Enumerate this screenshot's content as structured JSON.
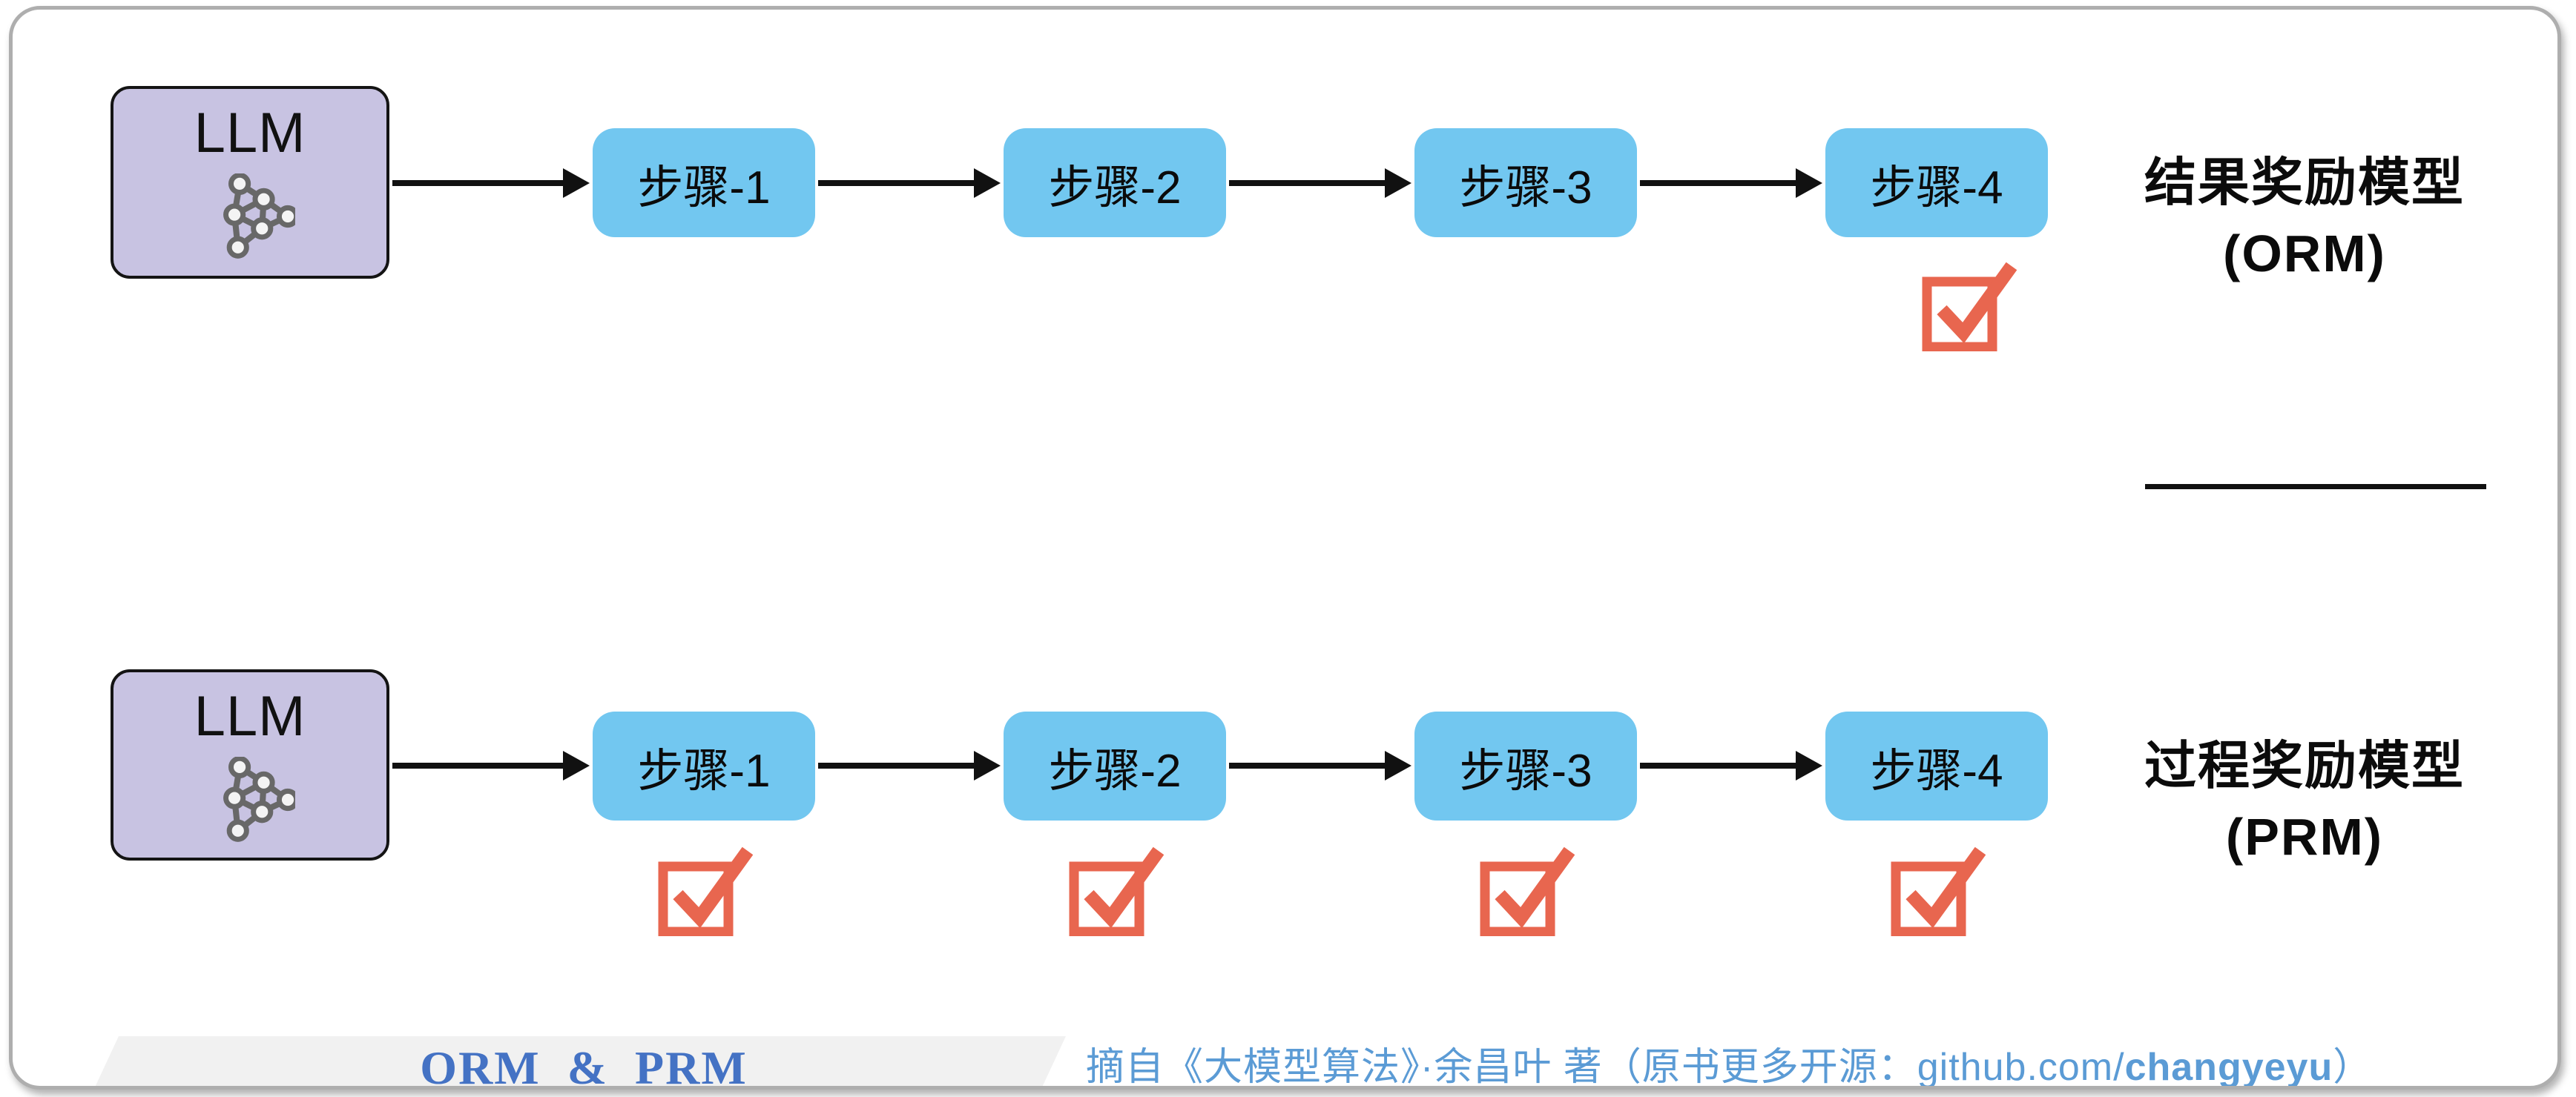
{
  "rows": [
    {
      "llm_label": "LLM",
      "steps": [
        "步骤-1",
        "步骤-2",
        "步骤-3",
        "步骤-4"
      ],
      "label_line1": "结果奖励模型",
      "label_line2": "(ORM)",
      "checked_steps": [
        "步骤-4"
      ]
    },
    {
      "llm_label": "LLM",
      "steps": [
        "步骤-1",
        "步骤-2",
        "步骤-3",
        "步骤-4"
      ],
      "label_line1": "过程奖励模型",
      "label_line2": "(PRM)",
      "checked_steps": [
        "步骤-1",
        "步骤-2",
        "步骤-3",
        "步骤-4"
      ]
    }
  ],
  "footer": {
    "title": "ORM  &  PRM",
    "citation_prefix": "摘自《大模型算法》·余昌叶 著（原书更多开源：github.com/",
    "citation_bold": "changyeyu",
    "citation_suffix": "）"
  },
  "colors": {
    "llm_box_fill": "#c8c3e2",
    "step_box_fill": "#72c7f0",
    "check_red": "#e8664f",
    "title_blue": "#4472c4",
    "citation_blue": "#5b9bd5",
    "band_gray": "#f1f1f1",
    "frame_border_gray": "#aeaeae"
  }
}
